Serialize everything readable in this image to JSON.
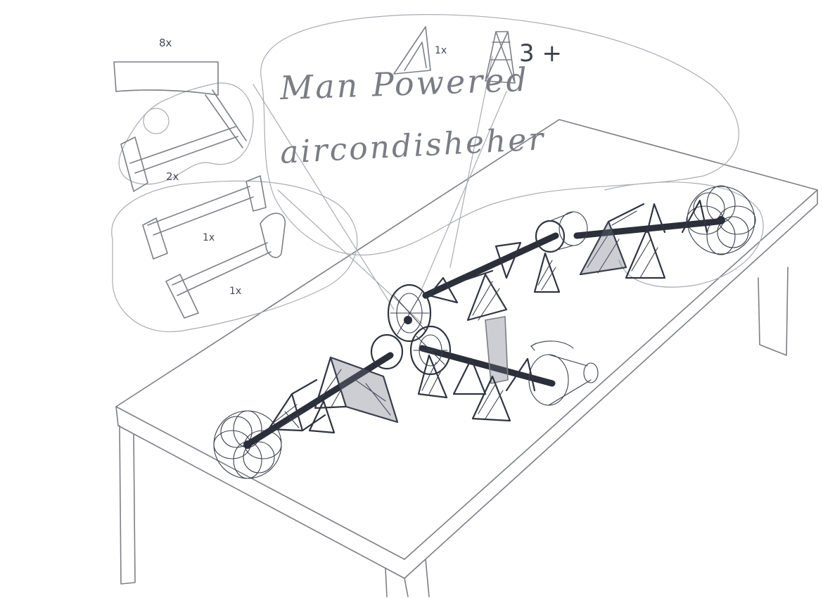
{
  "title": {
    "line1": "Man Powered",
    "line2": "aircondisheher"
  },
  "labels": {
    "count_top_left": "8x",
    "count_wheel": "2x",
    "count_rod_upper": "1x",
    "count_rod_lower": "1x",
    "count_triangle": "1x",
    "count_tower": "3 +"
  },
  "colors": {
    "pencil": "#7c7f86",
    "ink": "#2f3440",
    "paper": "#ffffff"
  }
}
